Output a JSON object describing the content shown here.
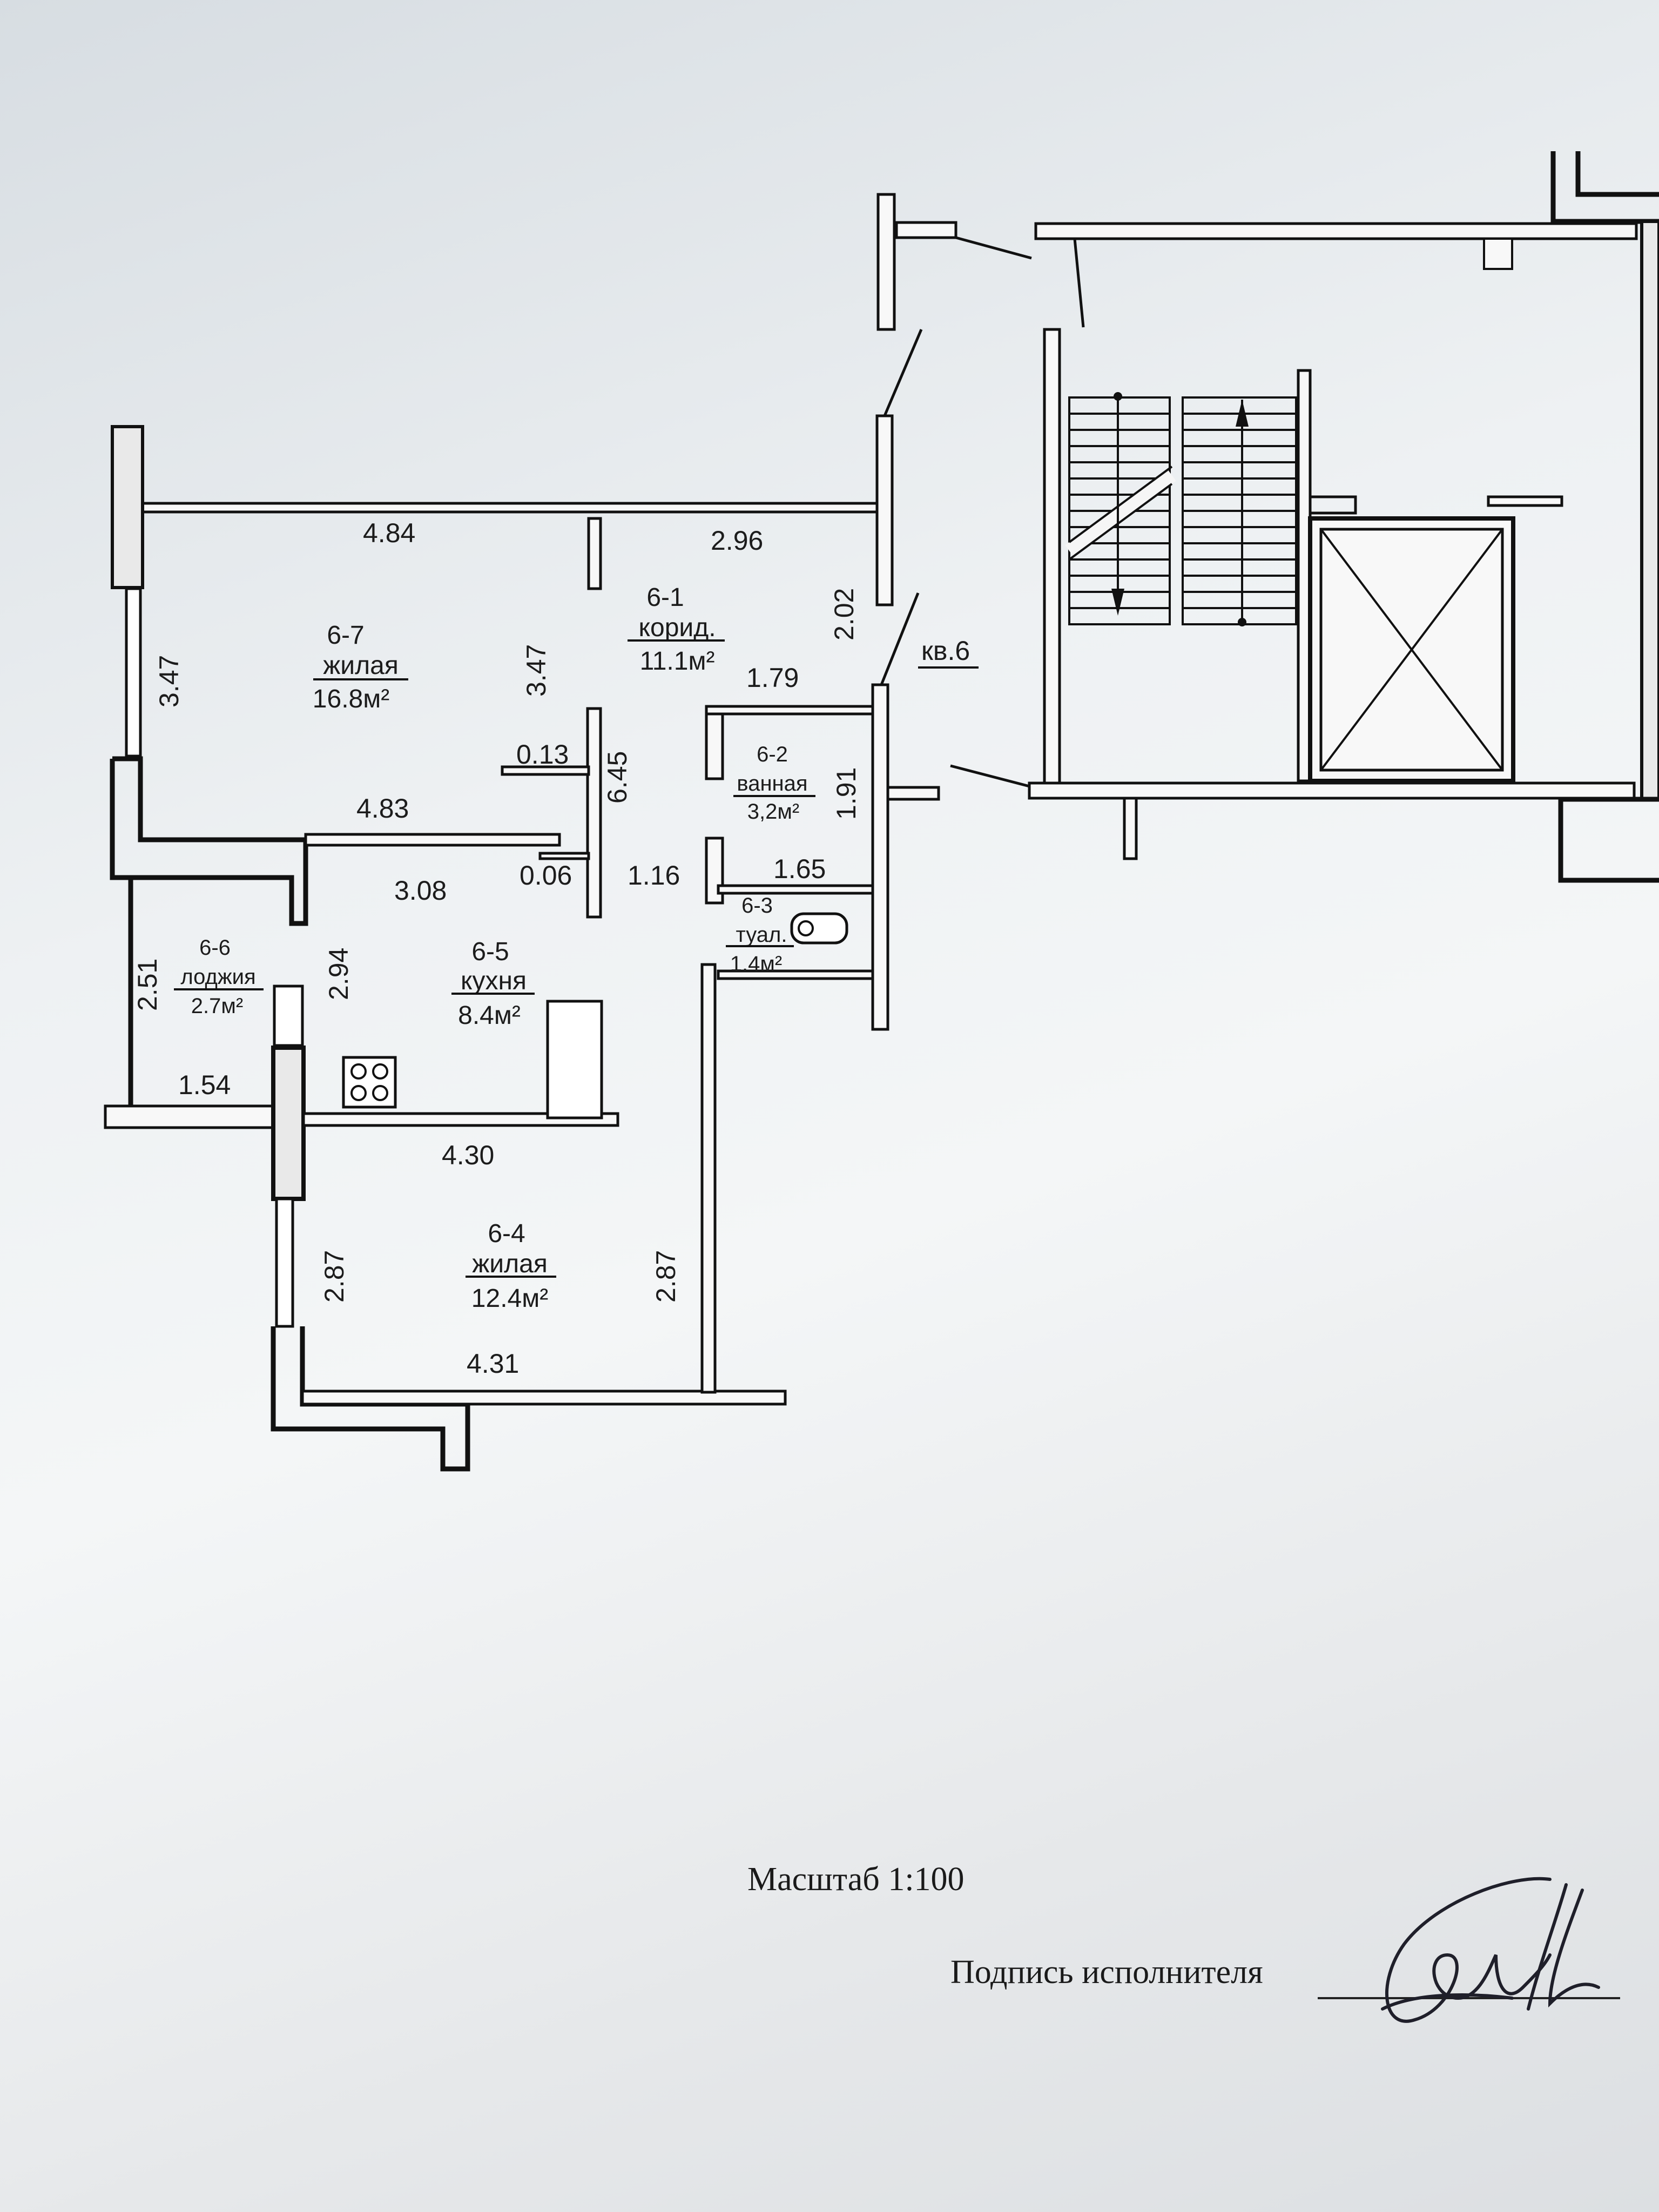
{
  "rooms": {
    "r67": {
      "id": "6-7",
      "name": "жилая",
      "area": "16.8м²"
    },
    "r61": {
      "id": "6-1",
      "name": "корид.",
      "area": "11.1м²"
    },
    "r62": {
      "id": "6-2",
      "name": "ванная",
      "area": "3,2м²"
    },
    "r63": {
      "id": "6-3",
      "name": "туал.",
      "area": "1.4м²"
    },
    "r65": {
      "id": "6-5",
      "name": "кухня",
      "area": "8.4м²"
    },
    "r66": {
      "id": "6-6",
      "name": "лоджия",
      "area": "2.7м²"
    },
    "r64": {
      "id": "6-4",
      "name": "жилая",
      "area": "12.4м²"
    }
  },
  "dims": {
    "top_left": "4.84",
    "top_right": "2.96",
    "left_6_7": "3.47",
    "inner_6_7": "3.47",
    "corr_height": "2.02",
    "corr_w1": "1.79",
    "wall_013": "0.13",
    "corr_len": "6.45",
    "bath_h": "1.91",
    "bottom_6_7": "4.83",
    "kitchen_top": "3.08",
    "wall_006": "0.06",
    "corr_w2": "1.16",
    "toilet_w": "1.65",
    "loggia_h": "2.51",
    "kitchen_side": "2.94",
    "loggia_w": "1.54",
    "kitchen_bottom": "4.30",
    "r64_left": "2.87",
    "r64_right": "2.87",
    "r64_bottom": "4.31"
  },
  "apartment_label": "кв.6",
  "scale_text": "Масштаб 1:100",
  "signature_label": "Подпись исполнителя"
}
